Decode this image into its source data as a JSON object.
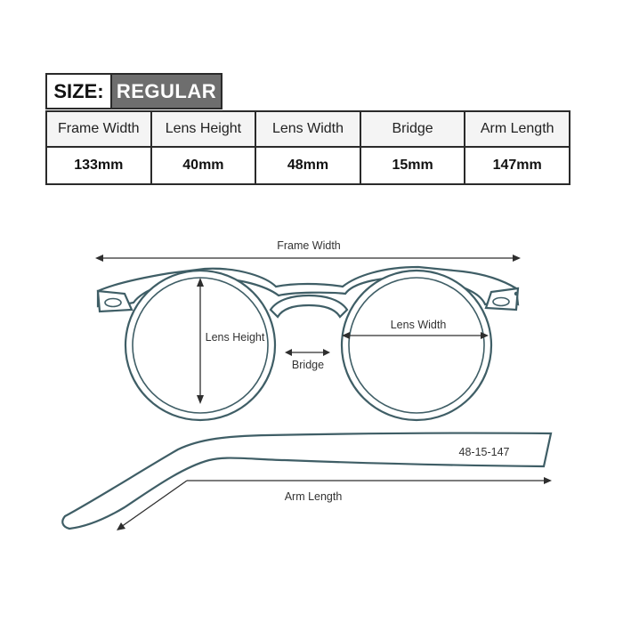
{
  "size": {
    "label": "SIZE:",
    "value": "REGULAR"
  },
  "table": {
    "headers": [
      "Frame Width",
      "Lens Height",
      "Lens Width",
      "Bridge",
      "Arm Length"
    ],
    "values": [
      "133mm",
      "40mm",
      "48mm",
      "15mm",
      "147mm"
    ]
  },
  "diagram": {
    "frame_width_label": "Frame Width",
    "lens_height_label": "Lens Height",
    "lens_width_label": "Lens Width",
    "bridge_label": "Bridge",
    "arm_length_label": "Arm Length",
    "arm_marking": "48-15-147"
  },
  "colors": {
    "frame_stroke": "#3f5e66",
    "size_value_bg": "#6e6e6e"
  }
}
